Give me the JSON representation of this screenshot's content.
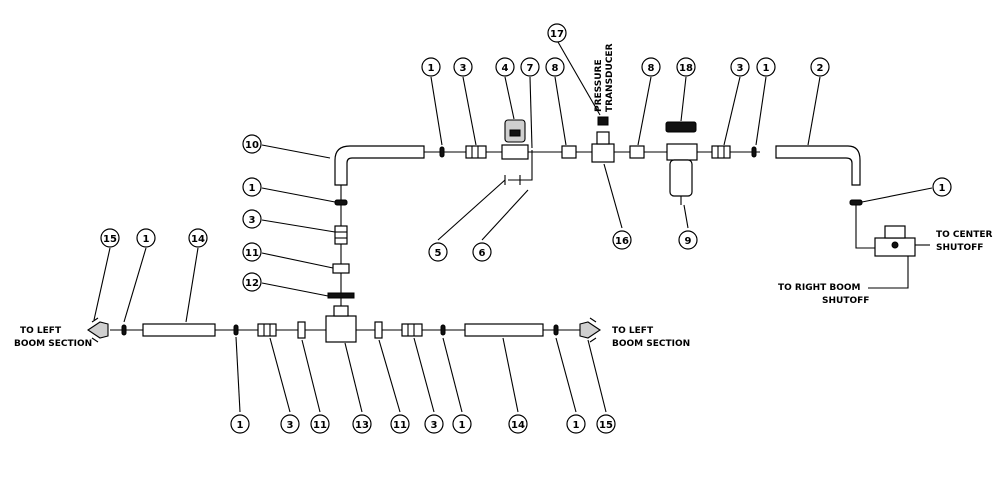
{
  "callouts": [
    {
      "num": "15"
    },
    {
      "num": "1"
    },
    {
      "num": "14"
    },
    {
      "num": "10"
    },
    {
      "num": "1"
    },
    {
      "num": "3"
    },
    {
      "num": "11"
    },
    {
      "num": "12"
    },
    {
      "num": "1"
    },
    {
      "num": "3"
    },
    {
      "num": "4"
    },
    {
      "num": "7"
    },
    {
      "num": "8"
    },
    {
      "num": "17"
    },
    {
      "num": "8"
    },
    {
      "num": "18"
    },
    {
      "num": "3"
    },
    {
      "num": "1"
    },
    {
      "num": "2"
    },
    {
      "num": "5"
    },
    {
      "num": "6"
    },
    {
      "num": "16"
    },
    {
      "num": "9"
    },
    {
      "num": "1"
    },
    {
      "num": "1"
    },
    {
      "num": "3"
    },
    {
      "num": "11"
    },
    {
      "num": "13"
    },
    {
      "num": "11"
    },
    {
      "num": "3"
    },
    {
      "num": "1"
    },
    {
      "num": "14"
    },
    {
      "num": "1"
    },
    {
      "num": "15"
    }
  ],
  "labels": {
    "to_left_1a": "TO LEFT",
    "to_left_1b": "BOOM SECTION",
    "to_left_2a": "TO LEFT",
    "to_left_2b": "BOOM SECTION",
    "to_center_a": "TO CENTER",
    "to_center_b": "SHUTOFF",
    "to_right_a": "TO RIGHT BOOM",
    "to_right_b": "SHUTOFF",
    "pressure_a": "PRESSURE",
    "pressure_b": "TRANSDUCER"
  }
}
